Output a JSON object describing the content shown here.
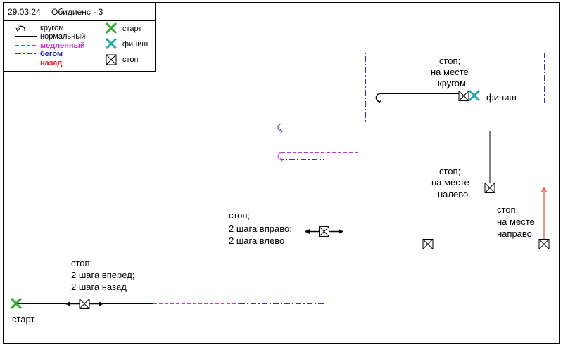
{
  "header": {
    "date": "29.03.24",
    "title": "Обидиенс - 3"
  },
  "legend": {
    "items": [
      {
        "label": "кругом",
        "color": "#000000"
      },
      {
        "label": "нормальный",
        "color": "#000000"
      },
      {
        "label": "медленный",
        "color": "#cc33cc"
      },
      {
        "label": "бегом",
        "color": "#2222aa"
      },
      {
        "label": "назад",
        "color": "#e02020"
      }
    ],
    "markers": [
      {
        "label": "старт",
        "color": "#22aa22"
      },
      {
        "label": "финиш",
        "color": "#22aaaa"
      },
      {
        "label": "стоп",
        "color": "#000000"
      }
    ]
  },
  "colors": {
    "normal": "#000000",
    "slow": "#cc33cc",
    "run": "#3333aa",
    "back": "#e02020",
    "start": "#22aa22",
    "finish": "#22aaaa"
  },
  "labels": {
    "start": "старт",
    "finish": "финиш",
    "stop1": [
      "стоп;",
      "2 шага вперед;",
      "2 шага назад"
    ],
    "stop2": [
      "стоп;",
      "2 шага вправо;",
      "2 шага влево"
    ],
    "stop3": [
      "стоп;",
      "на месте",
      "налево"
    ],
    "stop4": [
      "стоп;",
      "на месте",
      "направо"
    ],
    "stop5": [
      "стоп;",
      "на месте",
      "кругом"
    ]
  }
}
